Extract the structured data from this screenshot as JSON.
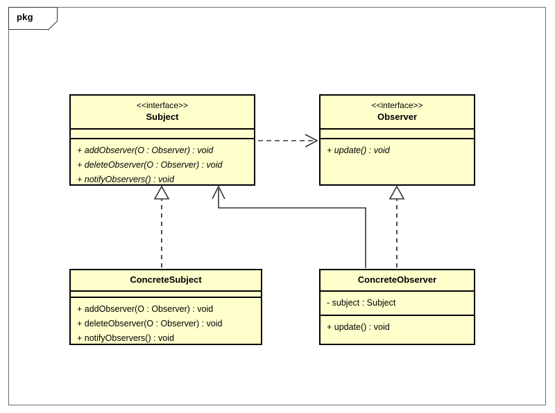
{
  "diagram": {
    "package_label": "pkg",
    "classes": [
      {
        "id": "subject",
        "stereotype": "<<interface>>",
        "name": "Subject",
        "attributes": [],
        "operations": [
          "+ addObserver(O : Observer) : void",
          "+ deleteObserver(O : Observer) : void",
          "+ notifyObservers() : void"
        ]
      },
      {
        "id": "observer",
        "stereotype": "<<interface>>",
        "name": "Observer",
        "attributes": [],
        "operations": [
          "+ update() : void"
        ]
      },
      {
        "id": "concrete-subject",
        "stereotype": "",
        "name": "ConcreteSubject",
        "attributes": [],
        "operations": [
          "+ addObserver(O : Observer) : void",
          "+ deleteObserver(O : Observer) : void",
          "+ notifyObservers() : void"
        ]
      },
      {
        "id": "concrete-observer",
        "stereotype": "",
        "name": "ConcreteObserver",
        "attributes": [
          "- subject : Subject"
        ],
        "operations": [
          "+ update() : void"
        ]
      }
    ],
    "relationships": [
      {
        "name": "dependency-subject-to-observer",
        "kind": "dependency",
        "line": "dashed",
        "arrowhead": "open",
        "from": "Subject",
        "to": "Observer"
      },
      {
        "name": "realization-concretesubject-to-subject",
        "kind": "realization",
        "line": "dashed",
        "arrowhead": "hollow-triangle",
        "from": "ConcreteSubject",
        "to": "Subject"
      },
      {
        "name": "realization-concreteobserver-to-observer",
        "kind": "realization",
        "line": "dashed",
        "arrowhead": "hollow-triangle",
        "from": "ConcreteObserver",
        "to": "Observer"
      },
      {
        "name": "association-concreteobserver-to-subject",
        "kind": "association",
        "line": "solid",
        "arrowhead": "open",
        "from": "ConcreteObserver",
        "to": "Subject"
      }
    ],
    "colors": {
      "class_fill": "#ffffcc",
      "class_border": "#000000",
      "frame_border": "#6b6b6b",
      "connector": "#333333",
      "background": "#ffffff"
    }
  }
}
